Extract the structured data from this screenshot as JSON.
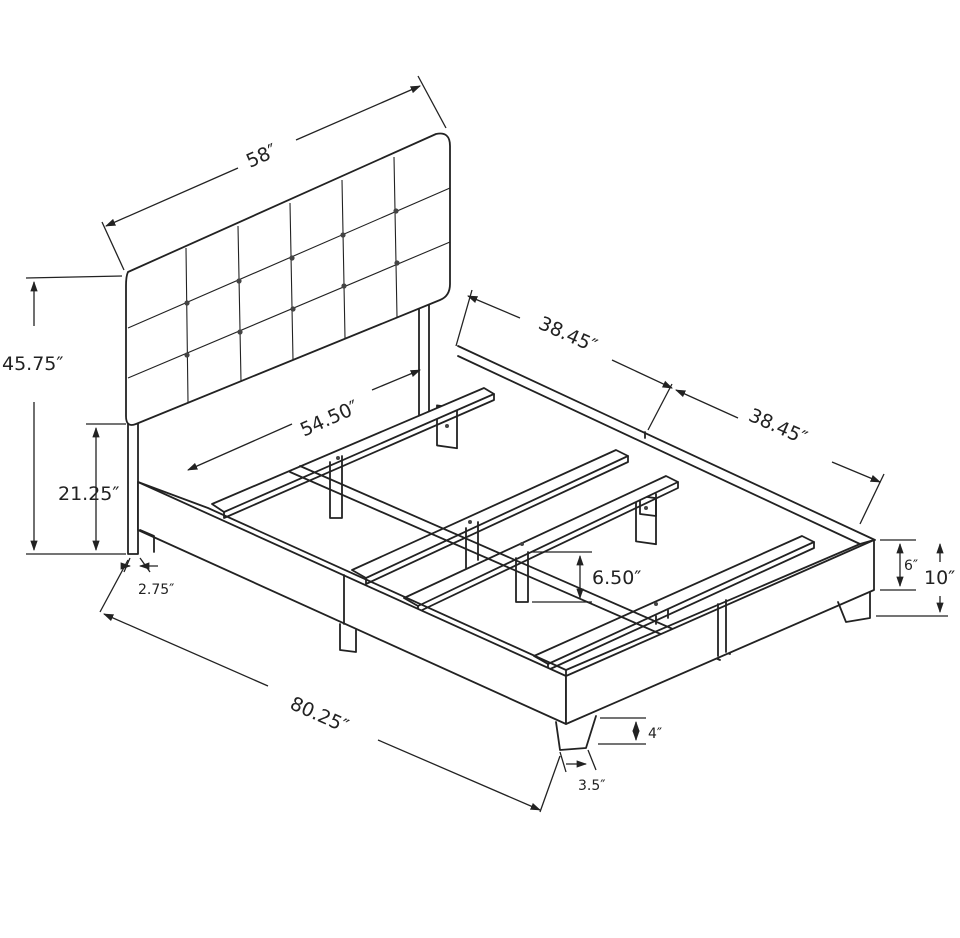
{
  "dimensions": {
    "headboard_width": "58″",
    "total_height": "45.75″",
    "headboard_clearance": "21.25″",
    "post_width": "2.75″",
    "inner_width": "54.50″",
    "side_rail_front": "38.45″",
    "side_rail_back": "38.45″",
    "slat_leg_height": "6.50″",
    "rail_height": "6″",
    "footboard_height": "10″",
    "total_length": "80.25″",
    "leg_height": "4″",
    "leg_width": "3.5″"
  },
  "colors": {
    "line": "#222222",
    "background": "#ffffff"
  }
}
